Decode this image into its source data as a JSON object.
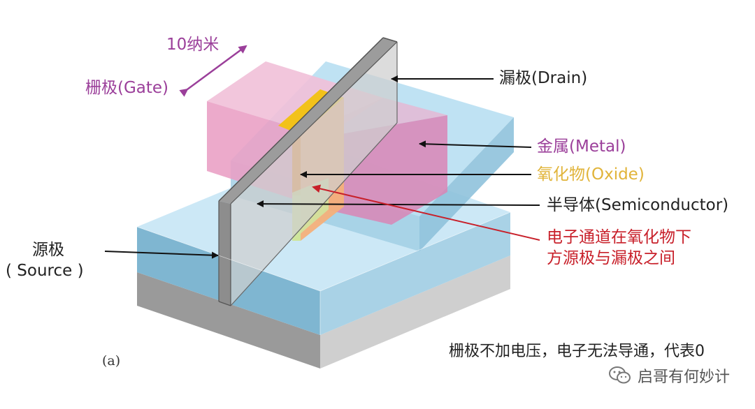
{
  "labels": {
    "gate_length": "10纳米",
    "gate": "栅极(Gate)",
    "drain": "漏极(Drain)",
    "metal": "金属(Metal)",
    "oxide": "氧化物(Oxide)",
    "semiconductor": "半导体(Semiconductor)",
    "channel_line1": "电子通道在氧化物下",
    "channel_line2": "方源极与漏极之间",
    "source_line1": "源极",
    "source_line2": "( Source )",
    "figure_tag": "(a)",
    "caption": "栅极不加电压，电子无法导通，代表0"
  },
  "watermark": {
    "text": "启哥有何妙计",
    "icon": "wechat-icon"
  },
  "colors": {
    "label_purple": "#9b3f9a",
    "label_yellow": "#e1b43a",
    "label_red": "#c8202a",
    "substrate_top": "#bfe3f3",
    "substrate_side": "#7fb3cc",
    "metal_pink": "#e99ec4",
    "oxide_orange": "#f2a35a",
    "gate_gray": "#c7c7c7"
  }
}
